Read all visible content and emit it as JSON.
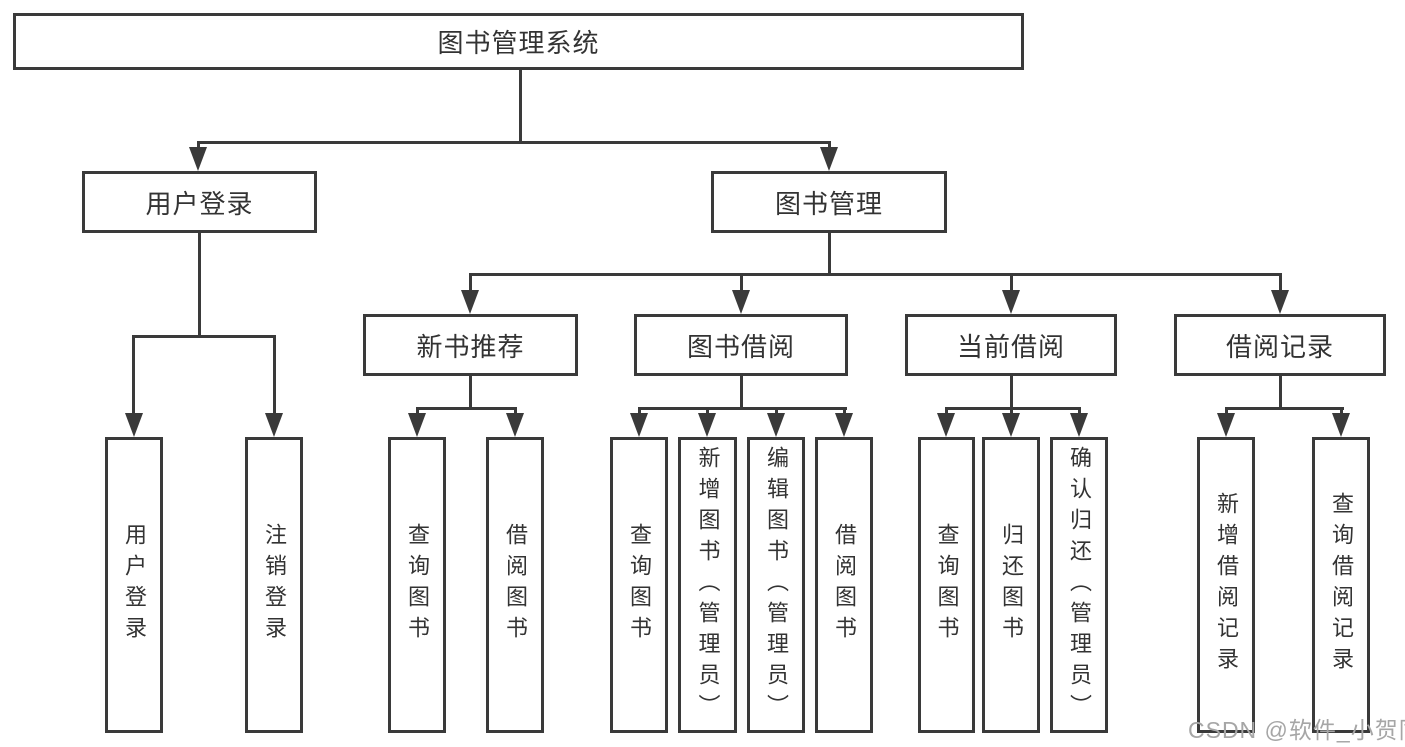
{
  "diagram": {
    "type": "feature-tree",
    "root": {
      "label": "图书管理系统"
    },
    "level2": {
      "user_login": "用户登录",
      "book_management": "图书管理"
    },
    "level3": {
      "new_book_recommendation": "新书推荐",
      "book_borrowing": "图书借阅",
      "current_borrowing": "当前借阅",
      "borrowing_records": "借阅记录"
    },
    "leaves": {
      "user_login": "用户登录",
      "logout": "注销登录",
      "nb_query_books": "查询图书",
      "nb_borrow_books": "借阅图书",
      "bb_query_books": "查询图书",
      "bb_add_books_admin": "新增图书（管理员）",
      "bb_edit_books_admin": "编辑图书（管理员）",
      "bb_borrow_books": "借阅图书",
      "cb_query_books": "查询图书",
      "cb_return_books": "归还图书",
      "cb_confirm_return_admin": "确认归还（管理员）",
      "br_add_record": "新增借阅记录",
      "br_query_record": "查询借阅记录"
    },
    "hierarchy": [
      {
        "parent": "图书管理系统",
        "children": [
          "用户登录",
          "图书管理"
        ]
      },
      {
        "parent": "用户登录",
        "children": [
          "用户登录",
          "注销登录"
        ]
      },
      {
        "parent": "图书管理",
        "children": [
          "新书推荐",
          "图书借阅",
          "当前借阅",
          "借阅记录"
        ]
      },
      {
        "parent": "新书推荐",
        "children": [
          "查询图书",
          "借阅图书"
        ]
      },
      {
        "parent": "图书借阅",
        "children": [
          "查询图书",
          "新增图书（管理员）",
          "编辑图书（管理员）",
          "借阅图书"
        ]
      },
      {
        "parent": "当前借阅",
        "children": [
          "查询图书",
          "归还图书",
          "确认归还（管理员）"
        ]
      },
      {
        "parent": "借阅记录",
        "children": [
          "新增借阅记录",
          "查询借阅记录"
        ]
      }
    ],
    "colors": {
      "line": "#3a3a3a",
      "box_background": "#ffffff",
      "text": "#333333",
      "watermark": "#a6a6a6"
    },
    "watermark": "CSDN @软件_小贺同学"
  }
}
